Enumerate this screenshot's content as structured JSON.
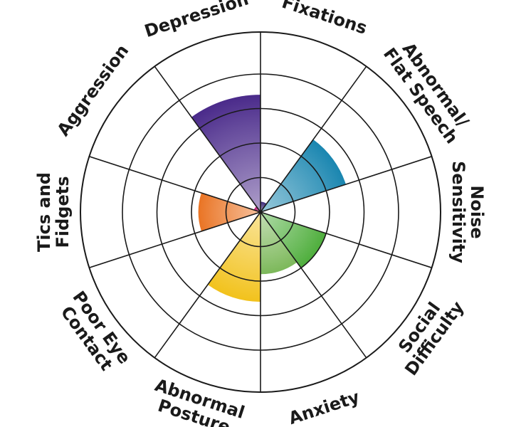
{
  "chart_data": {
    "type": "polar-area",
    "title": "",
    "rings": 5,
    "grid": true,
    "categories": [
      {
        "id": "fixations",
        "lines": [
          "Fixations"
        ],
        "value": 0.3,
        "color": "#3d2a7a"
      },
      {
        "id": "flat-speech",
        "lines": [
          "Abnormal/",
          "Flat Speech"
        ],
        "value": 2.6,
        "color": "#1a86b0"
      },
      {
        "id": "noise-sensitivity",
        "lines": [
          "Noise",
          "Sensitivity"
        ],
        "value": 0.0,
        "color": "#2a9ad0"
      },
      {
        "id": "social-difficulty",
        "lines": [
          "Social",
          "Difficulty"
        ],
        "value": 2.0,
        "color": "#4eae3c"
      },
      {
        "id": "anxiety",
        "lines": [
          "Anxiety"
        ],
        "value": 1.8,
        "color": "#7cb85a"
      },
      {
        "id": "abnormal-posture",
        "lines": [
          "Abnormal",
          "Posture"
        ],
        "value": 2.6,
        "color": "#f2c21c"
      },
      {
        "id": "poor-eye-contact",
        "lines": [
          "Poor Eye",
          "Contact"
        ],
        "value": 0.0,
        "color": "#f5a623"
      },
      {
        "id": "tics-fidgets",
        "lines": [
          "Tics and",
          "Fidgets"
        ],
        "value": 1.8,
        "color": "#ea7424"
      },
      {
        "id": "aggression",
        "lines": [
          "Aggression"
        ],
        "value": 0.2,
        "color": "#c0187a"
      },
      {
        "id": "depression",
        "lines": [
          "Depression"
        ],
        "value": 3.4,
        "color": "#4a2a8a"
      }
    ]
  }
}
